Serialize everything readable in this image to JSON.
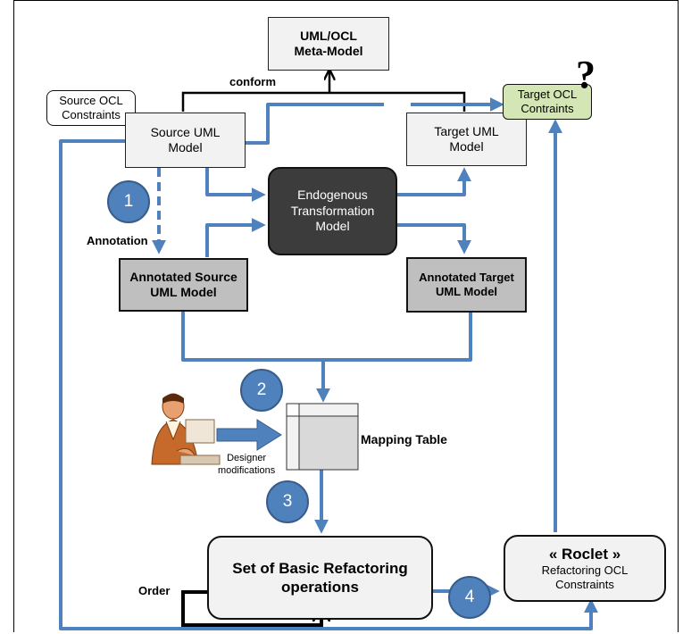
{
  "nodes": {
    "meta_model": "UML/OCL\nMeta-Model",
    "source_ocl": "Source OCL\nConstraints",
    "source_uml": "Source UML\nModel",
    "target_uml": "Target UML\nModel",
    "target_ocl": "Target OCL\nContraints",
    "question_mark": "?",
    "endogenous": "Endogenous\nTransformation\nModel",
    "annotated_source": "Annotated Source\nUML Model",
    "annotated_target": "Annotated  Target\nUML Model",
    "mapping_table": "Mapping Table",
    "refactoring_ops": "Set of Basic Refactoring\noperations",
    "roclet_title": "« Roclet »",
    "roclet_sub": "Refactoring OCL\nConstraints"
  },
  "labels": {
    "conform": "conform",
    "annotation": "Annotation",
    "designer": "Designer\nmodifications",
    "order": "Order"
  },
  "steps": [
    "1",
    "2",
    "3",
    "4"
  ],
  "colors": {
    "arrow_blue": "#4f81bd",
    "step_circle": "#4f81bd",
    "dark_box": "#3c3c3c",
    "annotated_box": "#bfbfbf",
    "light_box": "#f2f2f2",
    "target_ocl_green": "#d4e6b5"
  }
}
